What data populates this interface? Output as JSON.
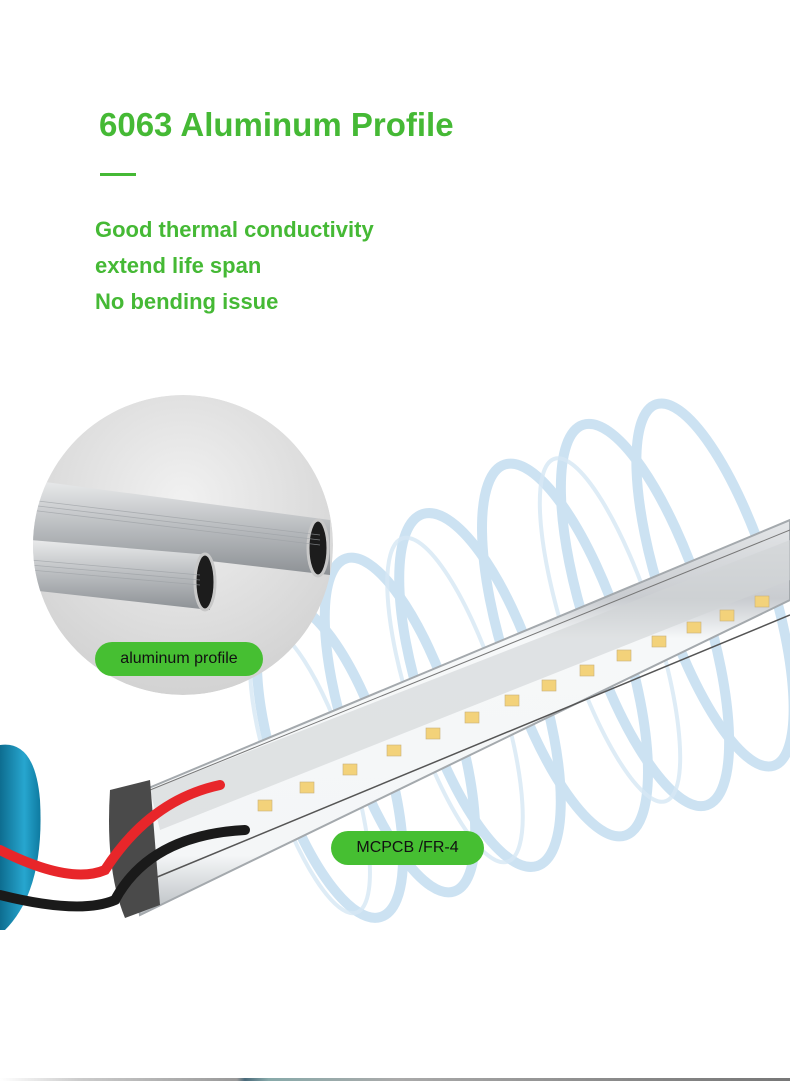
{
  "header": {
    "title": "6063 Aluminum Profile"
  },
  "features": [
    "Good thermal conductivity",
    "extend life span",
    "No bending issue"
  ],
  "labels": {
    "inset_badge": "aluminum profile",
    "pcb_badge": "MCPCB /FR-4"
  },
  "colors": {
    "accent_green": "#45b935",
    "badge_green": "#46bf32",
    "wire_red": "#e8262a",
    "wire_black": "#1a1a1a",
    "led_yellow": "#f3d27a",
    "airflow_blue": "#bcd9ee",
    "cap_blue": "#1c8fb8"
  }
}
